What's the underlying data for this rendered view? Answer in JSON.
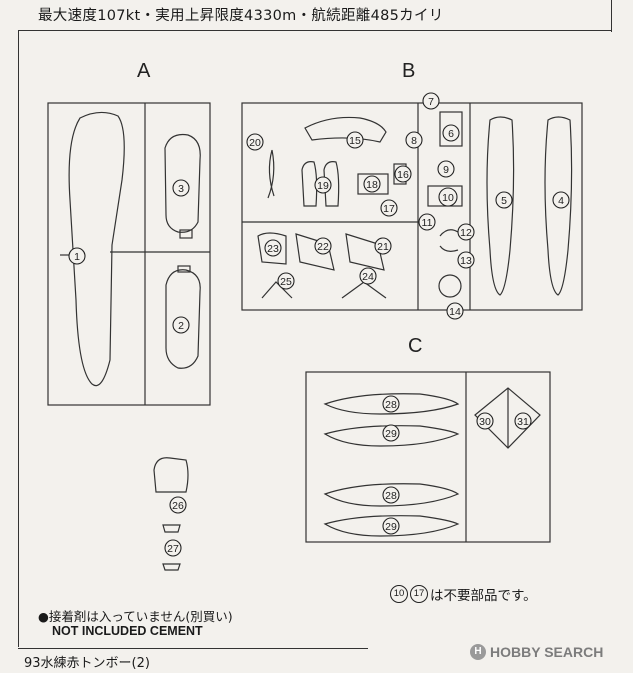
{
  "header": {
    "spec": "最大速度107kt・実用上昇限度4330m・航続距離485カイリ"
  },
  "sprues": {
    "a": "A",
    "b": "B",
    "c": "C"
  },
  "parts": {
    "p1": "1",
    "p2": "2",
    "p3": "3",
    "p4": "4",
    "p5": "5",
    "p6": "6",
    "p7": "7",
    "p8": "8",
    "p9": "9",
    "p10": "10",
    "p11": "11",
    "p12": "12",
    "p13": "13",
    "p14": "14",
    "p15": "15",
    "p16": "16",
    "p17": "17",
    "p18": "18",
    "p19": "19",
    "p20": "20",
    "p21": "21",
    "p22": "22",
    "p23": "23",
    "p24": "24",
    "p25": "25",
    "p26": "26",
    "p27": "27",
    "p28a": "28",
    "p29a": "29",
    "p28b": "28",
    "p29b": "29",
    "p30": "30",
    "p31": "31"
  },
  "unneeded": {
    "n1": "10",
    "n2": "17",
    "text": "は不要部品です。"
  },
  "notes": {
    "jp": "●接着剤は入っていません(別買い)",
    "en": "NOT INCLUDED CEMENT"
  },
  "footer": {
    "title": "93水練赤トンボー(2)"
  },
  "logo": {
    "mark": "H",
    "text": "HOBBY SEARCH"
  }
}
